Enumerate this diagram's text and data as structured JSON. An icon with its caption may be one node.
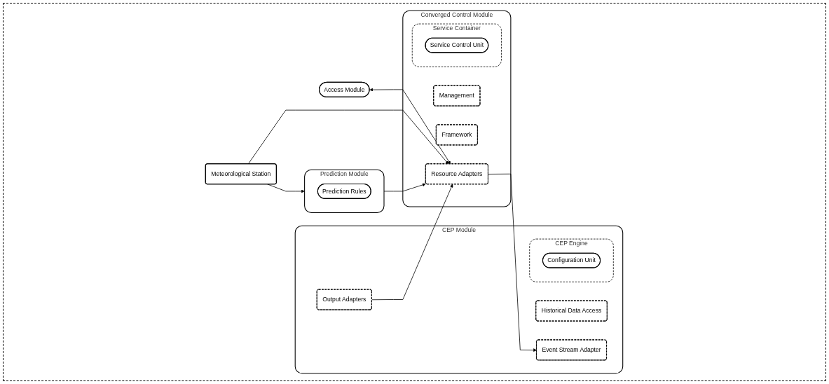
{
  "diagram": {
    "nodes": [
      {
        "text": [
          "CEP Module"
        ]
      },
      {
        "text": [
          "Historical Data Access"
        ],
        "in": 0
      },
      {
        "text": [
          "Event Stream Adapter"
        ],
        "in": 0
      },
      {
        "text": [
          "CEP Engine"
        ],
        "in": 0
      },
      {
        "text": [
          "Configuration Unit"
        ],
        "in": 3
      },
      {
        "text": [
          "Output Adapters"
        ],
        "in": 0
      },
      {
        "text": [
          "Converged Control Module"
        ]
      },
      {
        "text": [
          "Management"
        ],
        "in": 6
      },
      {
        "text": [
          "Framework"
        ],
        "in": 6
      },
      {
        "text": [
          "Service Container"
        ],
        "in": 6
      },
      {
        "text": [
          "Service Control Unit"
        ],
        "in": 9
      },
      {
        "text": [
          "Resource Adapters"
        ],
        "in": 6
      },
      {
        "text": [
          "Meteorological Station"
        ]
      },
      {
        "text": [
          "Prediction Module"
        ]
      },
      {
        "text": [
          "Prediction Rules"
        ],
        "in": 13
      },
      {
        "text": [
          "Access Module"
        ]
      }
    ],
    "edges": [
      {
        "from": 11,
        "to": 2,
        "arrow": "to"
      },
      {
        "from": 5,
        "to": 11,
        "arrow": "to"
      },
      {
        "from": 15,
        "to": 11,
        "arrow": "both"
      },
      {
        "from": 13,
        "to": 11,
        "arrow": "to"
      },
      {
        "from": 12,
        "to": 11,
        "arrow": "to"
      },
      {
        "from": 12,
        "to": 13,
        "arrow": "to"
      }
    ]
  }
}
